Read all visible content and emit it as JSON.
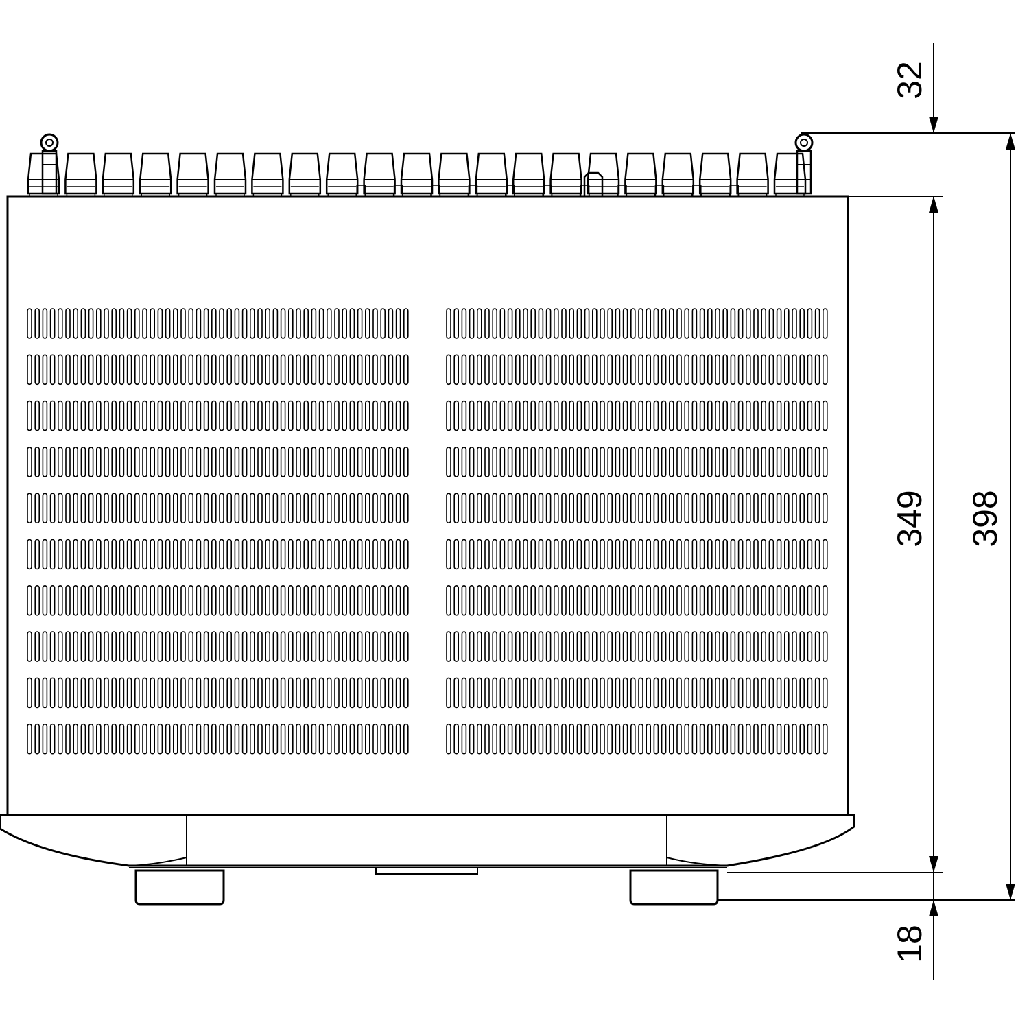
{
  "diagram": {
    "type": "dimension-drawing",
    "units": "mm",
    "dimensions": {
      "top_offset": "32",
      "body_depth": "349",
      "overall_depth": "398",
      "foot_height": "18"
    },
    "vent_grid": {
      "rows": 10,
      "slots_per_row_per_block": 50,
      "blocks": 2
    },
    "terminal_count": 21
  }
}
